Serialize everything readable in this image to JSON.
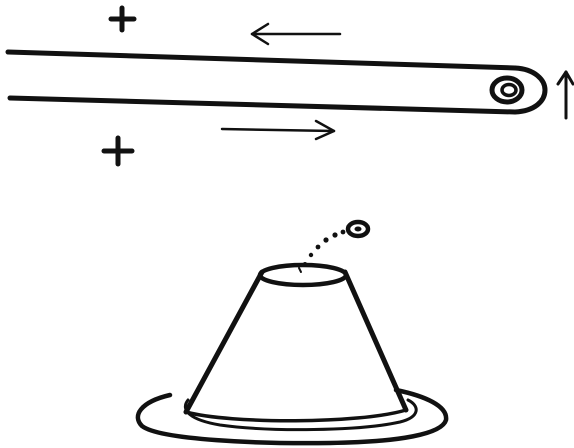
{
  "figure": {
    "ink_color": "#111111",
    "background_color": "#ffffff",
    "belt": {
      "upper_run_arrow": "arrow-left",
      "lower_run_arrow": "arrow-right",
      "pulley_motion_arrow": "arrow-up"
    },
    "charges": [
      {
        "sign": "+",
        "side": "above-belt"
      },
      {
        "sign": "+",
        "side": "below-belt"
      }
    ],
    "lower_object": {
      "shape": "truncated-cone-on-base",
      "particle_path": "dotted-trail"
    }
  }
}
